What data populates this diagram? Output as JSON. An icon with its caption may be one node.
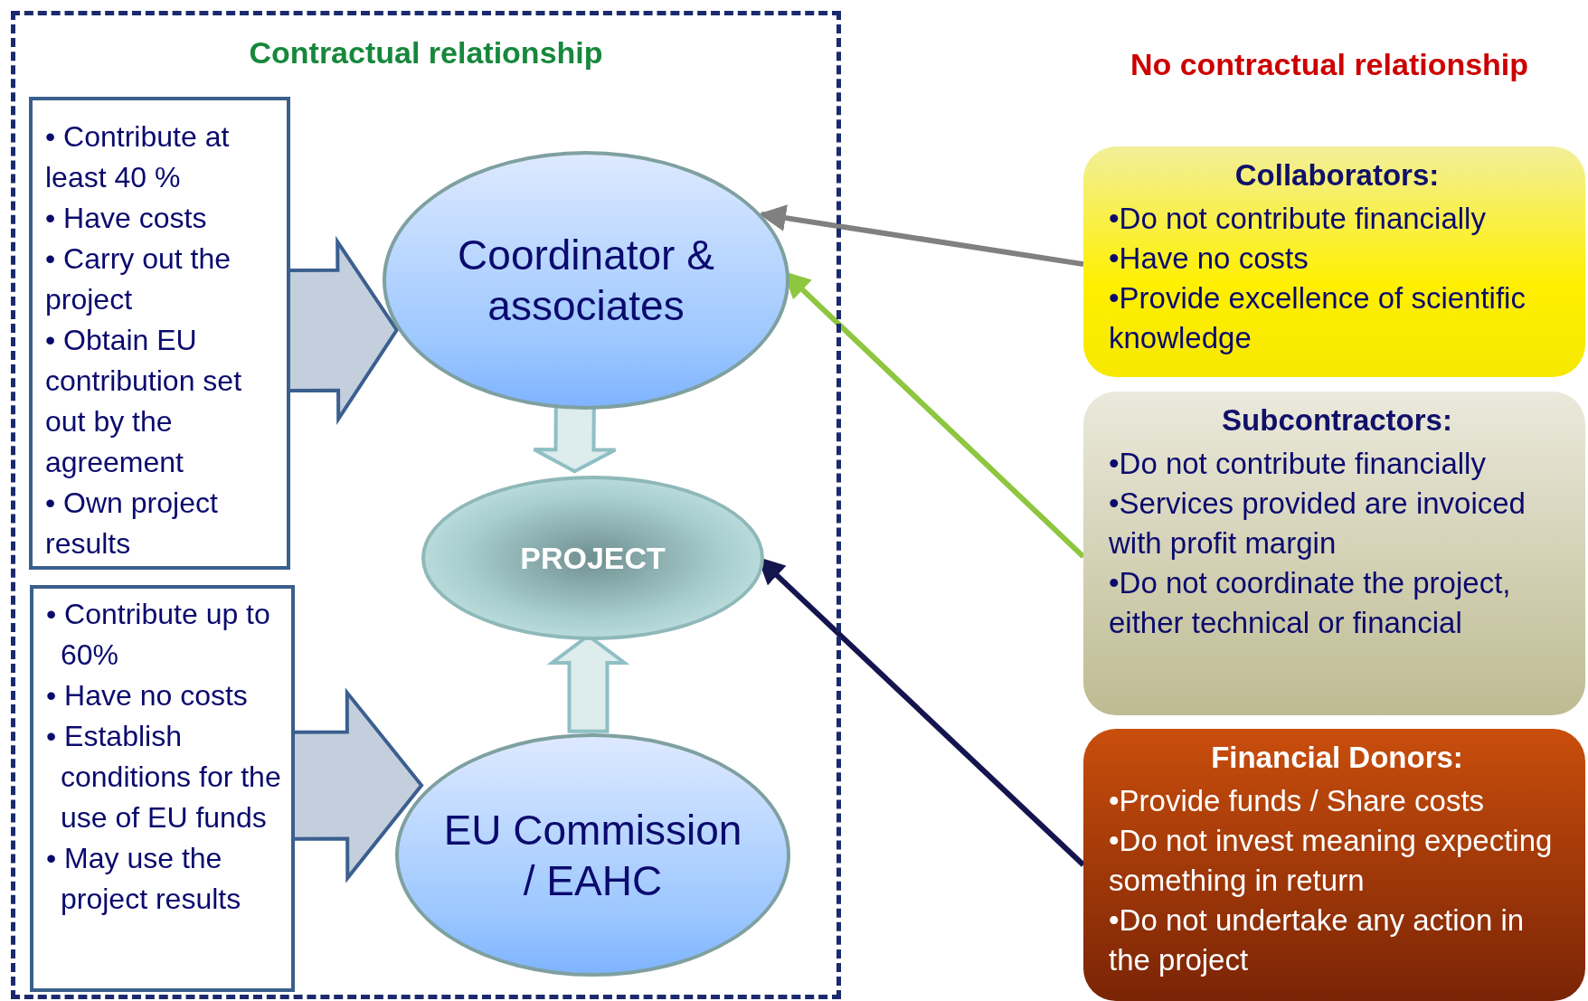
{
  "diagram": {
    "nodes": [
      {
        "text": [
          "Contractual relationship"
        ]
      },
      {
        "text": [
          "• Contribute at least 40 %",
          "• Have costs",
          "• Carry out the project",
          "• Obtain EU contribution set out by the agreement",
          "• Own project results"
        ],
        "in": 0
      },
      {
        "text": [
          "Coordinator & associates"
        ],
        "in": 0
      },
      {
        "text": [
          "PROJECT"
        ],
        "in": 0
      },
      {
        "text": [
          "• Contribute up to 60%",
          "• Have no costs",
          "• Establish conditions for the use of EU funds",
          "• May use the project results"
        ],
        "in": 0
      },
      {
        "text": [
          "EU Commission / EAHC"
        ],
        "in": 0
      },
      {
        "text": [
          "**Collaborators**:",
          "•Do not contribute financially",
          "•Have no costs",
          "•Provide excellence of scientific knowledge"
        ]
      },
      {
        "text": [
          "Subcontractors:",
          "•Do not contribute financially",
          "•Services provided are invoiced with profit margin",
          "•Do not coordinate the project, either technical or financial"
        ]
      },
      {
        "text": [
          "Financial Donors:",
          "•Provide  funds / Share costs",
          "•Do not invest meaning expecting something in return",
          "•Do not undertake any action in the project"
        ]
      }
    ],
    "edges": [
      {
        "from": 1,
        "to": 2,
        "arrow": "to",
        "style": "thick",
        "color": "#3b5f8f"
      },
      {
        "from": 2,
        "to": 3,
        "arrow": "to",
        "style": "thick",
        "color": "#8fbfc4"
      },
      {
        "from": 5,
        "to": 3,
        "arrow": "to",
        "style": "thick",
        "color": "#8fbfc4"
      },
      {
        "from": 4,
        "to": 5,
        "arrow": "to",
        "style": "thick",
        "color": "#3b5f8f"
      },
      {
        "from": 6,
        "to": 2,
        "arrow": "to",
        "color": "#808080"
      },
      {
        "from": 7,
        "to": 2,
        "arrow": "to",
        "color": "#8dc63f"
      },
      {
        "from": 8,
        "to": 3,
        "arrow": "to",
        "color": "#14144e"
      }
    ],
    "labels": [
      "No contractual relationship"
    ]
  }
}
